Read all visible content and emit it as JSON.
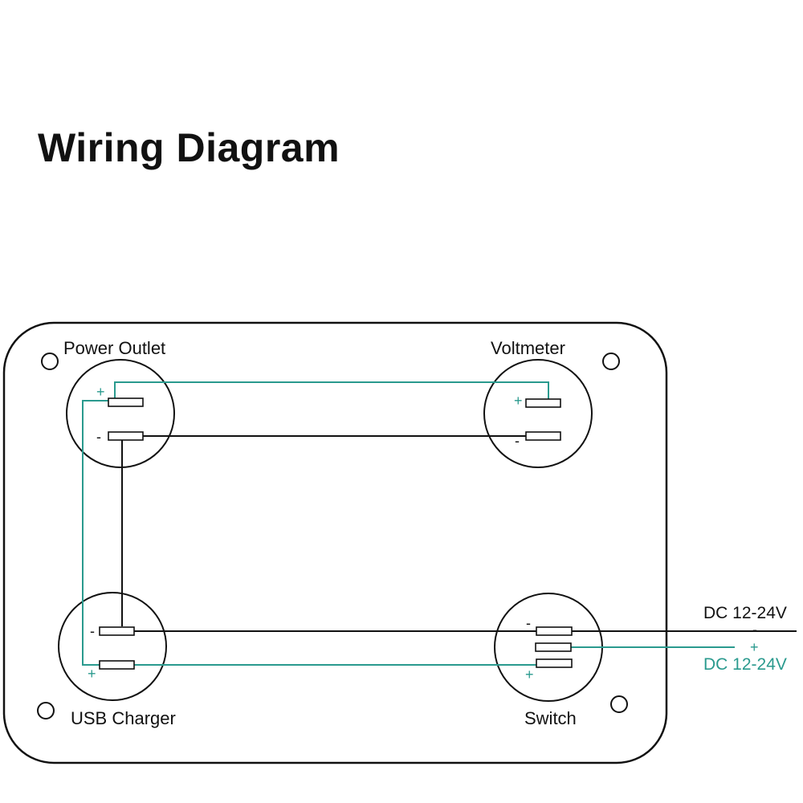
{
  "title": "Wiring Diagram",
  "colors": {
    "negative_wire": "#111111",
    "positive_wire": "#2a9a8e",
    "panel_outline": "#111111"
  },
  "components": {
    "power_outlet": {
      "label": "Power Outlet",
      "plus": "+",
      "minus": "-"
    },
    "voltmeter": {
      "label": "Voltmeter",
      "plus": "+",
      "minus": "-"
    },
    "usb_charger": {
      "label": "USB Charger",
      "plus": "+",
      "minus": "-"
    },
    "switch": {
      "label": "Switch",
      "plus": "+",
      "minus": "-"
    }
  },
  "supply": {
    "negative": {
      "label": "DC 12-24V",
      "sign": "-"
    },
    "positive": {
      "label": "DC 12-24V",
      "sign": "+"
    }
  }
}
